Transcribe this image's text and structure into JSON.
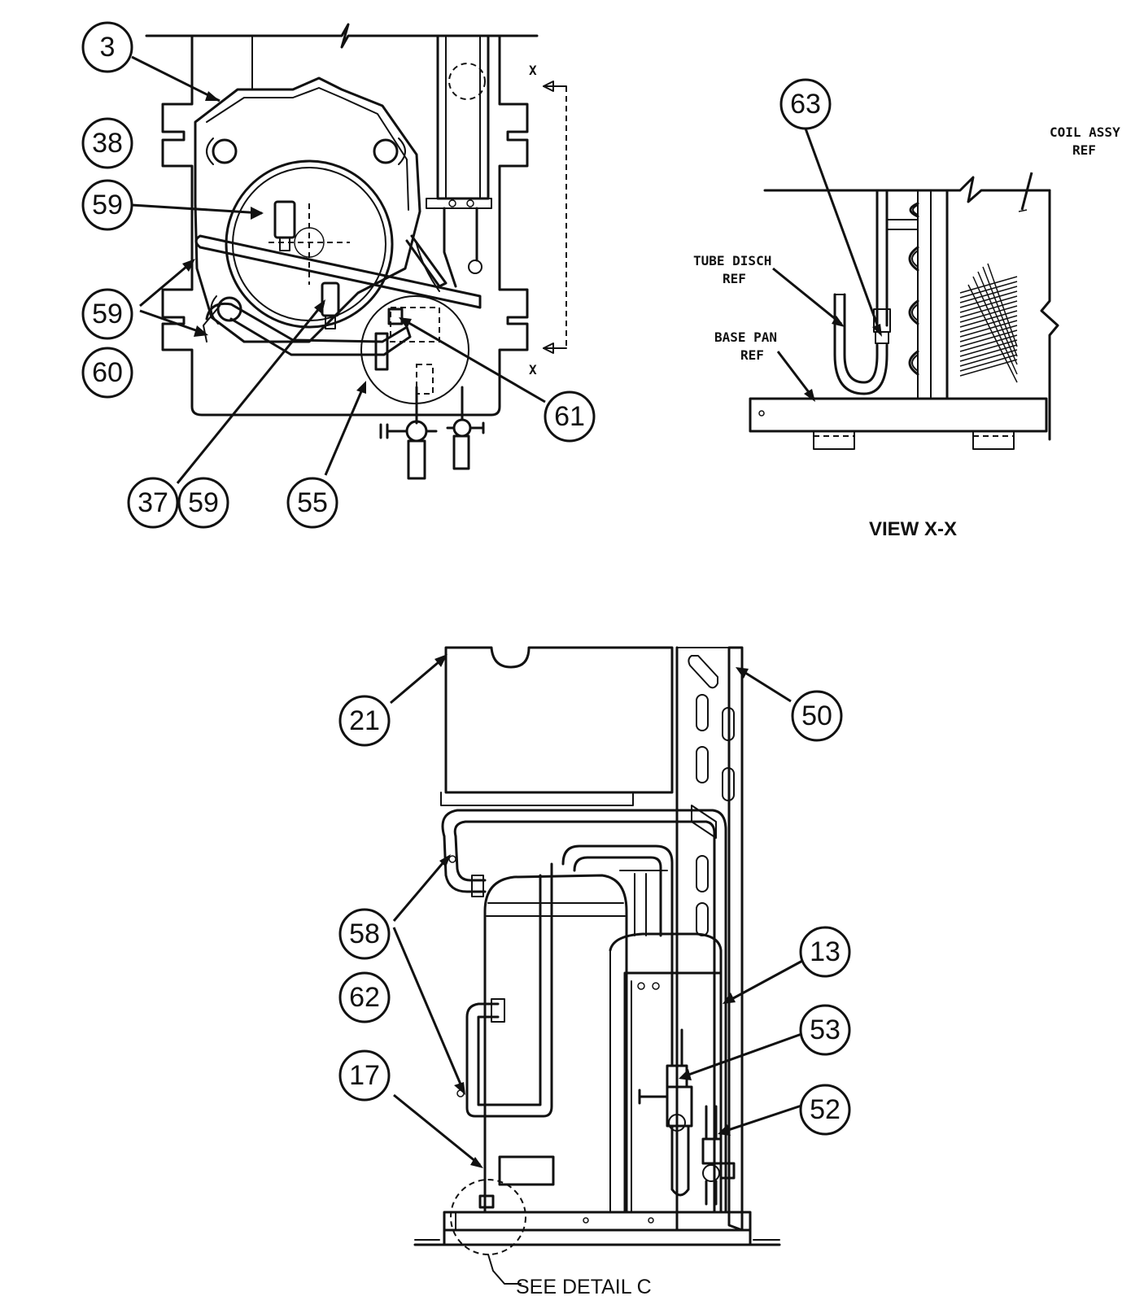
{
  "callouts": {
    "c3": "3",
    "c38": "38",
    "c59a": "59",
    "c59b": "59",
    "c60": "60",
    "c37": "37",
    "c59c": "59",
    "c55": "55",
    "c61": "61",
    "c63": "63",
    "c21": "21",
    "c50": "50",
    "c58": "58",
    "c62": "62",
    "c17": "17",
    "c13": "13",
    "c53": "53",
    "c52": "52"
  },
  "labels": {
    "section_x_top": "X",
    "section_x_bottom": "X",
    "coil_assy_1": "COIL ASSY",
    "coil_assy_2": "REF",
    "tube_disch_1": "TUBE DISCH",
    "tube_disch_2": "REF",
    "base_pan_1": "BASE PAN",
    "base_pan_2": "REF",
    "view_title": "VIEW X-X",
    "see_detail": "SEE DETAIL C"
  }
}
